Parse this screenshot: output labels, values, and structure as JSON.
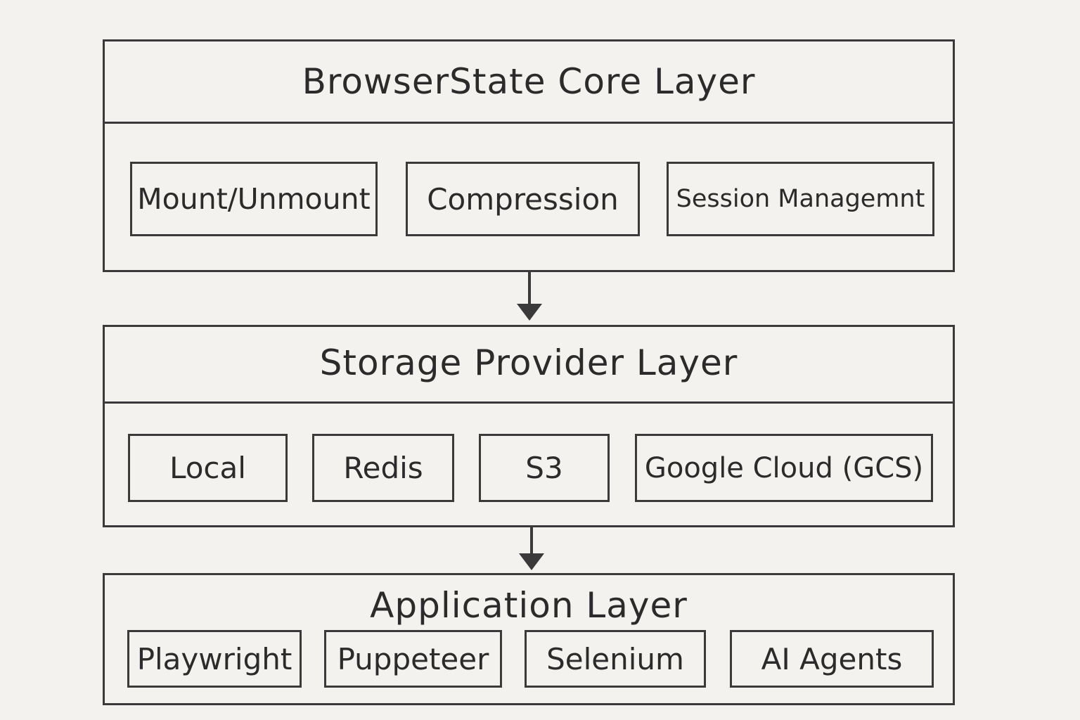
{
  "core_layer": {
    "title": "BrowserState Core Layer",
    "components": [
      "Mount/Unmount",
      "Compression",
      "Session Managemnt"
    ]
  },
  "storage_layer": {
    "title": "Storage Provider Layer",
    "components": [
      "Local",
      "Redis",
      "S3",
      "Google Cloud (GCS)"
    ]
  },
  "application_layer": {
    "title": "Application Layer",
    "components": [
      "Playwright",
      "Puppeteer",
      "Selenium",
      "AI Agents"
    ]
  },
  "colors": {
    "background": "#f3f2ef",
    "stroke": "#3a3a3a",
    "text": "#2b2b2b"
  }
}
